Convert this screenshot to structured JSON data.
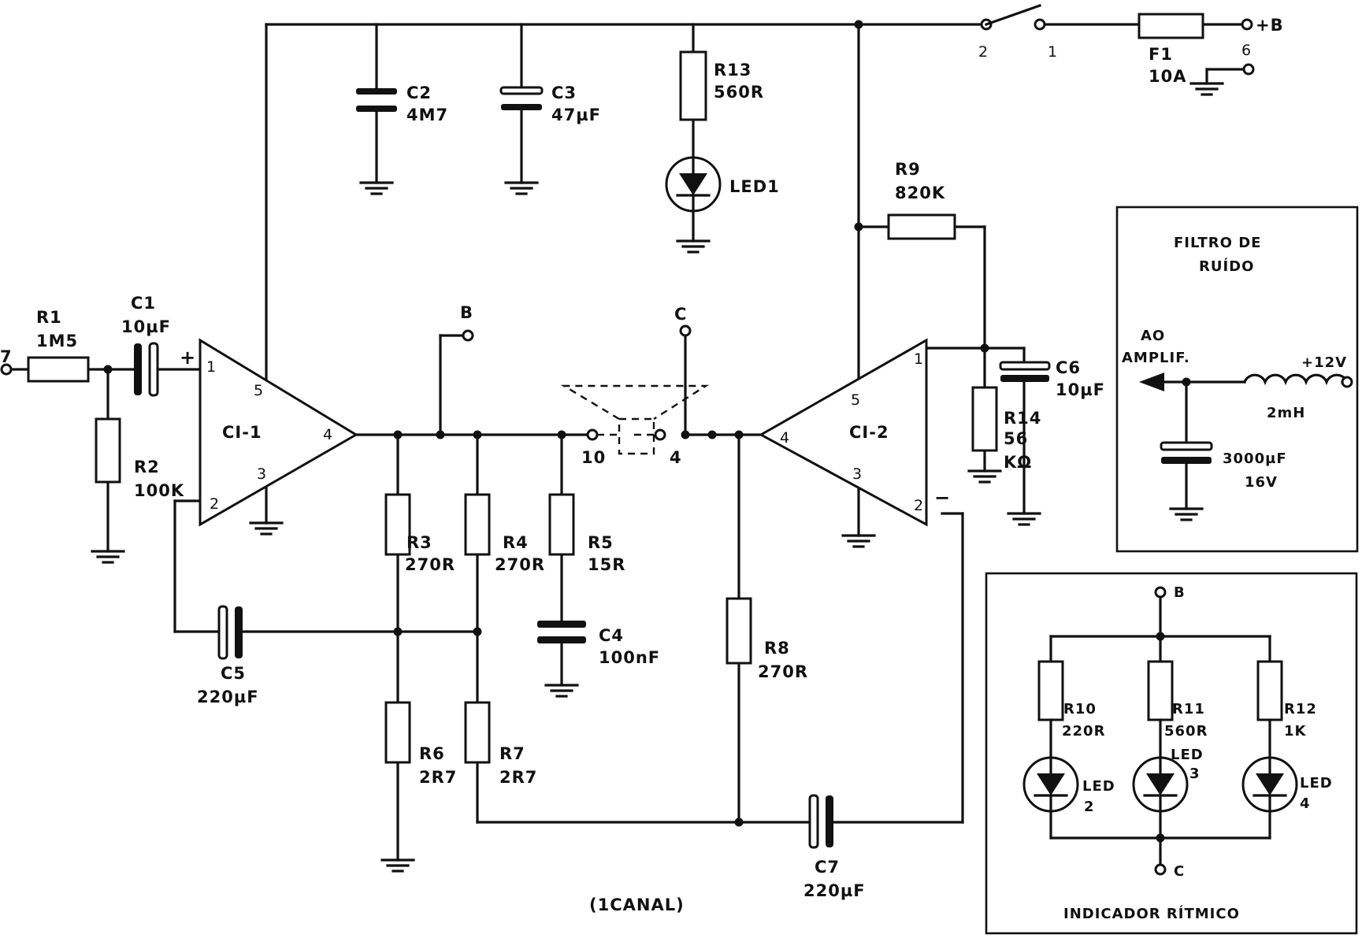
{
  "inputs": {
    "in": "7",
    "vplus": "+B",
    "sw_a": "2",
    "sw_b": "1",
    "gnd_term": "6"
  },
  "components": {
    "R1": {
      "name": "R1",
      "value": "1M5"
    },
    "C1": {
      "name": "C1",
      "value": "10µF"
    },
    "R2": {
      "name": "R2",
      "value": "100K"
    },
    "C2": {
      "name": "C2",
      "value": "4M7"
    },
    "C3": {
      "name": "C3",
      "value": "47µF"
    },
    "R13": {
      "name": "R13",
      "value": "560R"
    },
    "LED1": {
      "name": "LED1"
    },
    "F1": {
      "name": "F1",
      "value": "10A"
    },
    "R9": {
      "name": "R9",
      "value": "820K"
    },
    "R3": {
      "name": "R3",
      "value": "270R"
    },
    "R4": {
      "name": "R4",
      "value": "270R"
    },
    "R5": {
      "name": "R5",
      "value": "15R"
    },
    "C4": {
      "name": "C4",
      "value": "100nF"
    },
    "C5": {
      "name": "C5",
      "value": "220µF"
    },
    "R6": {
      "name": "R6",
      "value": "2R7"
    },
    "R7": {
      "name": "R7",
      "value": "2R7"
    },
    "R8": {
      "name": "R8",
      "value": "270R"
    },
    "C7": {
      "name": "C7",
      "value": "220µF"
    },
    "R14": {
      "name": "R14",
      "value_a": "56",
      "value_b": "KΩ"
    },
    "C6": {
      "name": "C6",
      "value": "10µF"
    },
    "CI1": {
      "name": "CI-1",
      "pins": [
        "1",
        "2",
        "3",
        "4",
        "5"
      ],
      "plus": "+"
    },
    "CI2": {
      "name": "CI-2",
      "pins": [
        "1",
        "2",
        "3",
        "4",
        "5"
      ],
      "minus": "−"
    }
  },
  "nodes": {
    "B": "B",
    "C": "C",
    "spk_left": "10",
    "spk_right": "4"
  },
  "caption": "(1CANAL)",
  "noise_filter": {
    "title_a": "FILTRO DE",
    "title_b": "RUÍDO",
    "out_a": "AO",
    "out_b": "AMPLIF.",
    "supply": "+12V",
    "inductor": "2mH",
    "cap_value": "3000µF",
    "cap_voltage": "16V"
  },
  "rhythm_indicator": {
    "title": "INDICADOR RÍTMICO",
    "node_top": "B",
    "node_bottom": "C",
    "R10": {
      "name": "R10",
      "value": "220R"
    },
    "R11": {
      "name": "R11",
      "value": "560R"
    },
    "R12": {
      "name": "R12",
      "value": "1K"
    },
    "LED2": {
      "name": "LED",
      "num": "2"
    },
    "LED3": {
      "name": "LED",
      "num": "3"
    },
    "LED4": {
      "name": "LED",
      "num": "4"
    }
  }
}
